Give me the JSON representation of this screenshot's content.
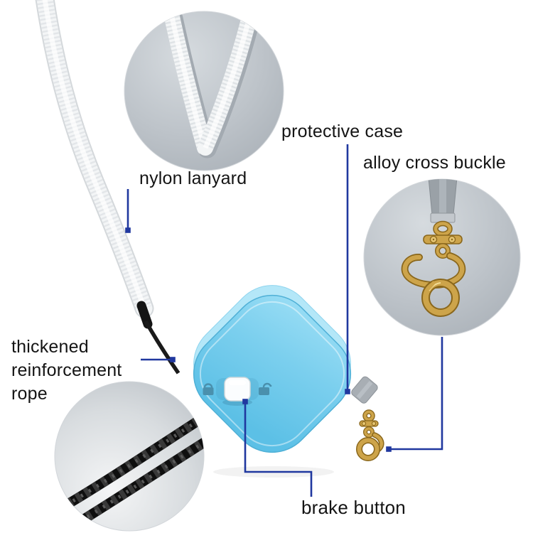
{
  "product_labels": {
    "nylon_lanyard": "nylon lanyard",
    "protective_case": "protective case",
    "alloy_cross_buckle": "alloy cross buckle",
    "reinforcement_rope": "thickened reinforcement rope",
    "brake_button": "brake button"
  },
  "icons": {
    "left_of_button": "lock-icon",
    "right_of_button": "unlock-icon"
  },
  "colors": {
    "annotation_blue": "#20389f",
    "case_blue": "#7bcfee",
    "case_blue_light": "#b4e7f8",
    "buckle_gold": "#cda44a",
    "rope_black": "#141414",
    "detail_circle_gray": "#bcc2c8",
    "label_text": "#141414"
  }
}
